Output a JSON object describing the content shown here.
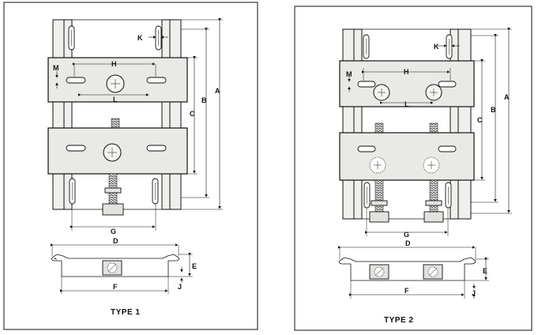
{
  "panels": [
    {
      "id": "type1",
      "caption": "TYPE 1",
      "dims": {
        "K": "K",
        "M": "M",
        "H": "H",
        "L": "L",
        "C": "C",
        "B": "B",
        "A": "A",
        "G": "G",
        "D": "D",
        "E": "E",
        "F": "F",
        "J": "J"
      }
    },
    {
      "id": "type2",
      "caption": "TYPE 2",
      "dims": {
        "K": "K",
        "M": "M",
        "H": "H",
        "L": "L",
        "C": "C",
        "B": "B",
        "A": "A",
        "G": "G",
        "D": "D",
        "E": "E",
        "F": "F",
        "J": "J"
      }
    }
  ]
}
